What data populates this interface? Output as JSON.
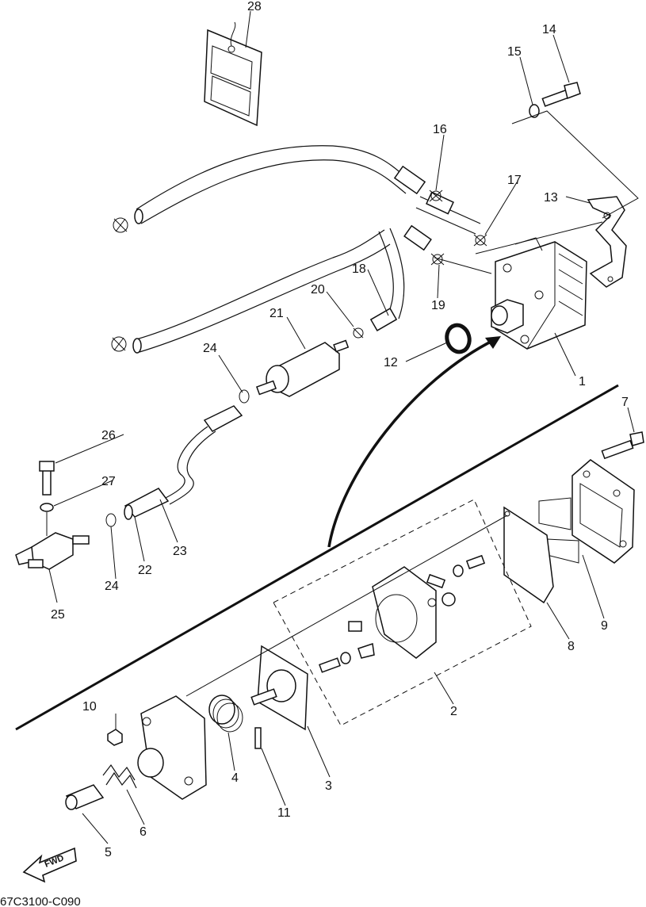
{
  "diagram_code": "67C3100-C090",
  "fwd_label": "FWD",
  "callouts": {
    "c1": "1",
    "c2": "2",
    "c3": "3",
    "c4": "4",
    "c5": "5",
    "c6": "6",
    "c7": "7",
    "c8": "8",
    "c9": "9",
    "c10": "10",
    "c11": "11",
    "c12": "12",
    "c13": "13",
    "c14": "14",
    "c15": "15",
    "c16": "16",
    "c17": "17",
    "c18": "18",
    "c19": "19",
    "c20": "20",
    "c21": "21",
    "c22": "22",
    "c23": "23",
    "c24a": "24",
    "c24b": "24",
    "c25": "25",
    "c26": "26",
    "c27": "27",
    "c28": "28"
  }
}
